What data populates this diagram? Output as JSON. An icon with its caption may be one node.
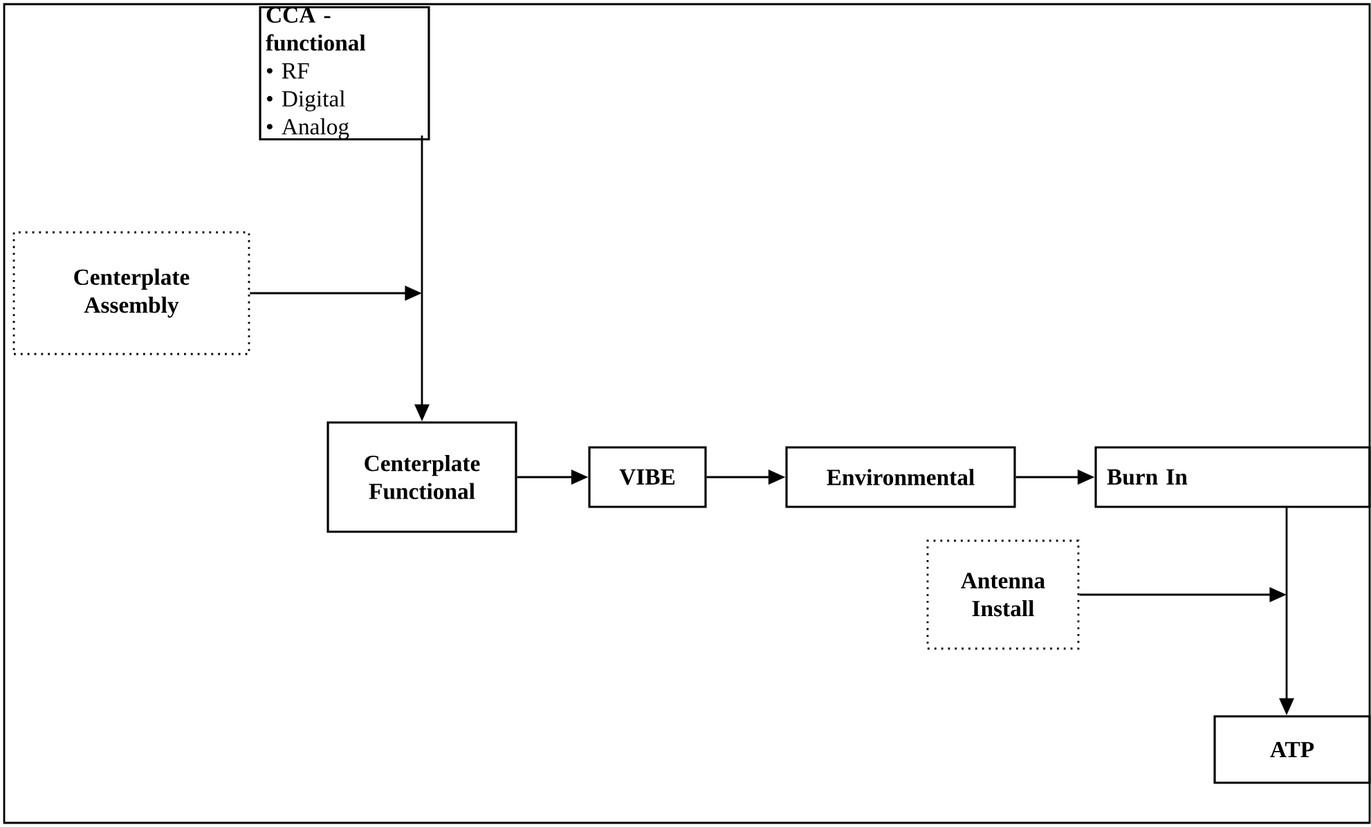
{
  "diagram": {
    "nodes": [
      {
        "text": [
          "CCA - functional",
          "• RF",
          "• Digital",
          "• Analog"
        ]
      },
      {
        "text": [
          "Centerplate Assembly"
        ]
      },
      {
        "text": [
          "Centerplate Functional"
        ]
      },
      {
        "text": [
          "VIBE"
        ]
      },
      {
        "text": [
          "Environmental"
        ]
      },
      {
        "text": [
          "Burn In"
        ]
      },
      {
        "text": [
          "Antenna Install"
        ]
      },
      {
        "text": [
          "ATP"
        ]
      }
    ],
    "edges": [
      {
        "from": 0,
        "to": 2,
        "arrow": "to"
      },
      {
        "from": 1,
        "to": null,
        "arrow": "to"
      },
      {
        "from": 2,
        "to": 3,
        "arrow": "to"
      },
      {
        "from": 3,
        "to": 4,
        "arrow": "to"
      },
      {
        "from": 4,
        "to": 5,
        "arrow": "to"
      },
      {
        "from": 5,
        "to": 7,
        "arrow": "to"
      },
      {
        "from": 6,
        "to": null,
        "arrow": "to"
      }
    ]
  }
}
